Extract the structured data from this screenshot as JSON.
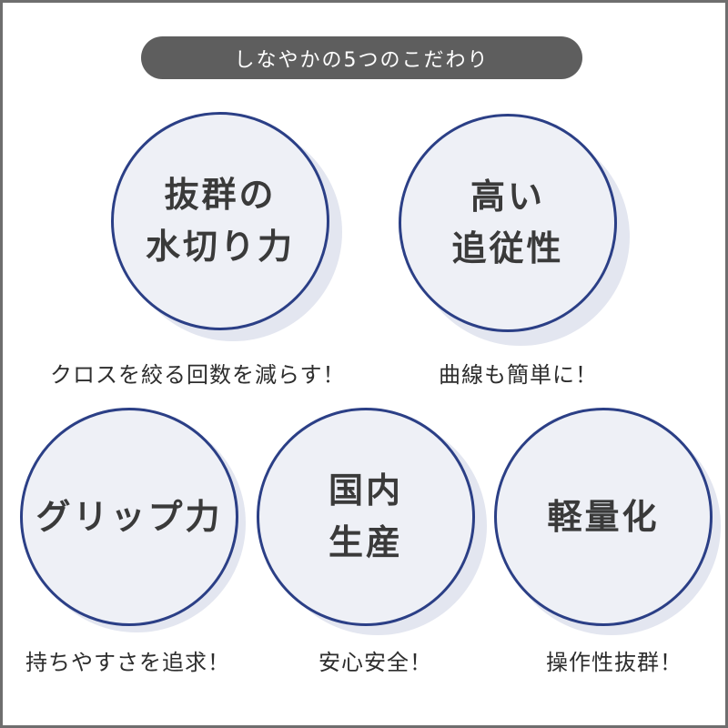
{
  "header": {
    "title": "しなやかの5つのこだわり"
  },
  "features": [
    {
      "title": "抜群の\n水切り力",
      "caption": "クロスを絞る回数を減らす！"
    },
    {
      "title": "高い\n追従性",
      "caption": "曲線も簡単に！"
    },
    {
      "title": "グリップ力",
      "caption": "持ちやすさを追求！"
    },
    {
      "title": "国内\n生産",
      "caption": "安心安全！"
    },
    {
      "title": "軽量化",
      "caption": "操作性抜群！"
    }
  ],
  "colors": {
    "header_bg": "#5e5e5e",
    "circle_border": "#2b3f86",
    "circle_fill": "#eef0f6",
    "shadow": "#e3e6f0"
  }
}
